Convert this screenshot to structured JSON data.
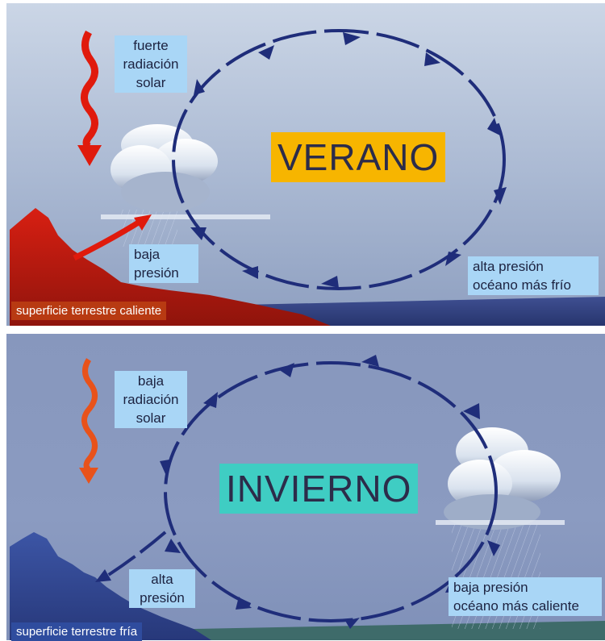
{
  "summer": {
    "title": "VERANO",
    "radiation": [
      "fuerte",
      "radiación",
      "solar"
    ],
    "pressure": [
      "baja",
      "presión"
    ],
    "ocean": [
      "alta presión",
      "océano más frío"
    ],
    "surface": "superficie terrestre caliente"
  },
  "winter": {
    "title": "INVIERNO",
    "radiation": [
      "baja",
      "radiación",
      "solar"
    ],
    "pressure": [
      "alta",
      "presión"
    ],
    "ocean": [
      "baja presión",
      "océano más caliente"
    ],
    "surface": "superficie terrestre fría"
  },
  "colors": {
    "summer_title_bg": "#f7b500",
    "winter_title_bg": "#3fcdc3",
    "label_bg": "#a9d6f6",
    "summer_surface_bg": "#b83a12",
    "winter_surface_bg": "#2f4c9e",
    "circulation_arrow": "#1f2d7a",
    "summer_radiation": "#e01a0c",
    "winter_radiation": "#e8521a"
  }
}
